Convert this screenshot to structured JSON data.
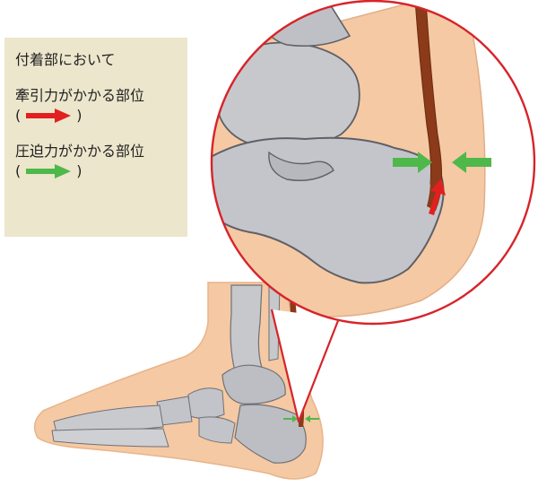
{
  "legend": {
    "heading": "付着部において",
    "traction_label": "牽引力がかかる部位",
    "traction_paren_open": "(",
    "traction_paren_close": ")",
    "compression_label": "圧迫力がかかる部位",
    "compression_paren_open": "(",
    "compression_paren_close": ")"
  },
  "colors": {
    "traction_arrow": "#e1201f",
    "compression_arrow": "#4fb84a",
    "callout_outline": "#d7242a",
    "skin": "#f5c9a3",
    "bone": "#c7c8cc",
    "tendon": "#8b3a1a"
  },
  "icons": {
    "traction": "red-right-arrow-icon",
    "compression": "green-right-arrow-icon"
  }
}
